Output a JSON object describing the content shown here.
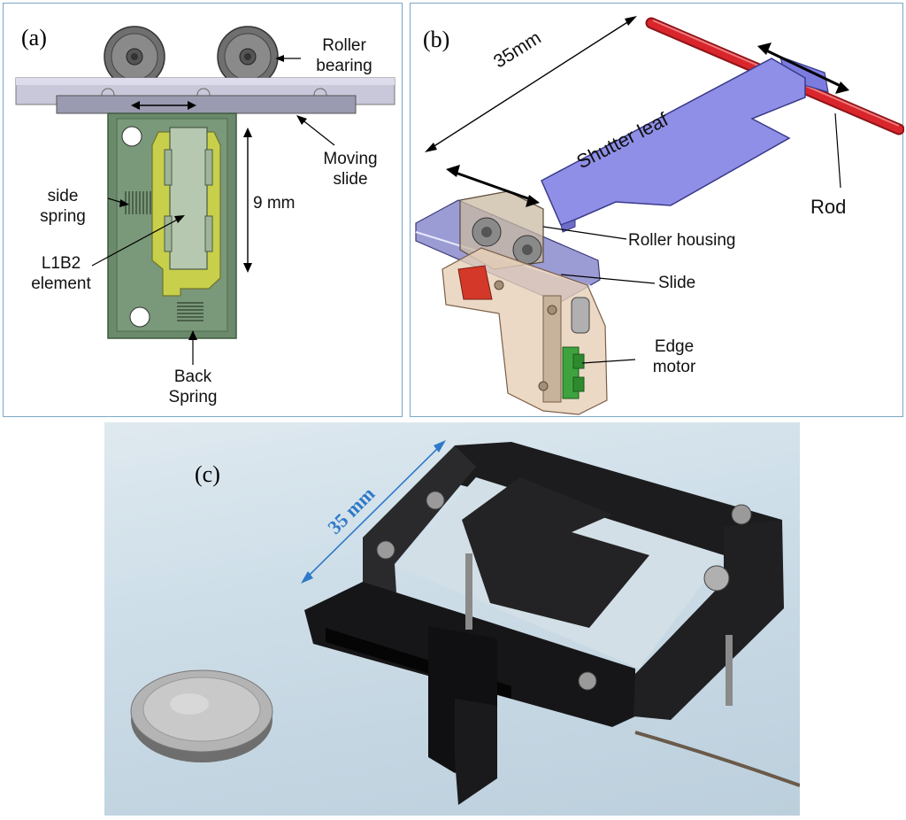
{
  "panel_a": {
    "panel_label": "(a)",
    "roller_bearing_line1": "Roller",
    "roller_bearing_line2": "bearing",
    "moving_slide_line1": "Moving",
    "moving_slide_line2": "slide",
    "side_spring_line1": "side",
    "side_spring_line2": "spring",
    "dimension": "9 mm",
    "element_line1": "L1B2",
    "element_line2": "element",
    "back_spring_line1": "Back",
    "back_spring_line2": "Spring"
  },
  "panel_b": {
    "panel_label": "(b)",
    "dimension": "35mm",
    "shutter_leaf": "Shutter leaf",
    "rod": "Rod",
    "roller_housing": "Roller housing",
    "slide": "Slide",
    "edge_motor_line1": "Edge",
    "edge_motor_line2": "motor"
  },
  "panel_c": {
    "panel_label": "(c)",
    "dimension": "35 mm"
  },
  "colors": {
    "border": "#7aa7c7",
    "board_green": "#6b8a6b",
    "element_yellow": "#c8cf4a",
    "shutter_blue": "#8f8fe8",
    "rod_red": "#d8262c",
    "dimension_blue": "#2f79c8"
  }
}
